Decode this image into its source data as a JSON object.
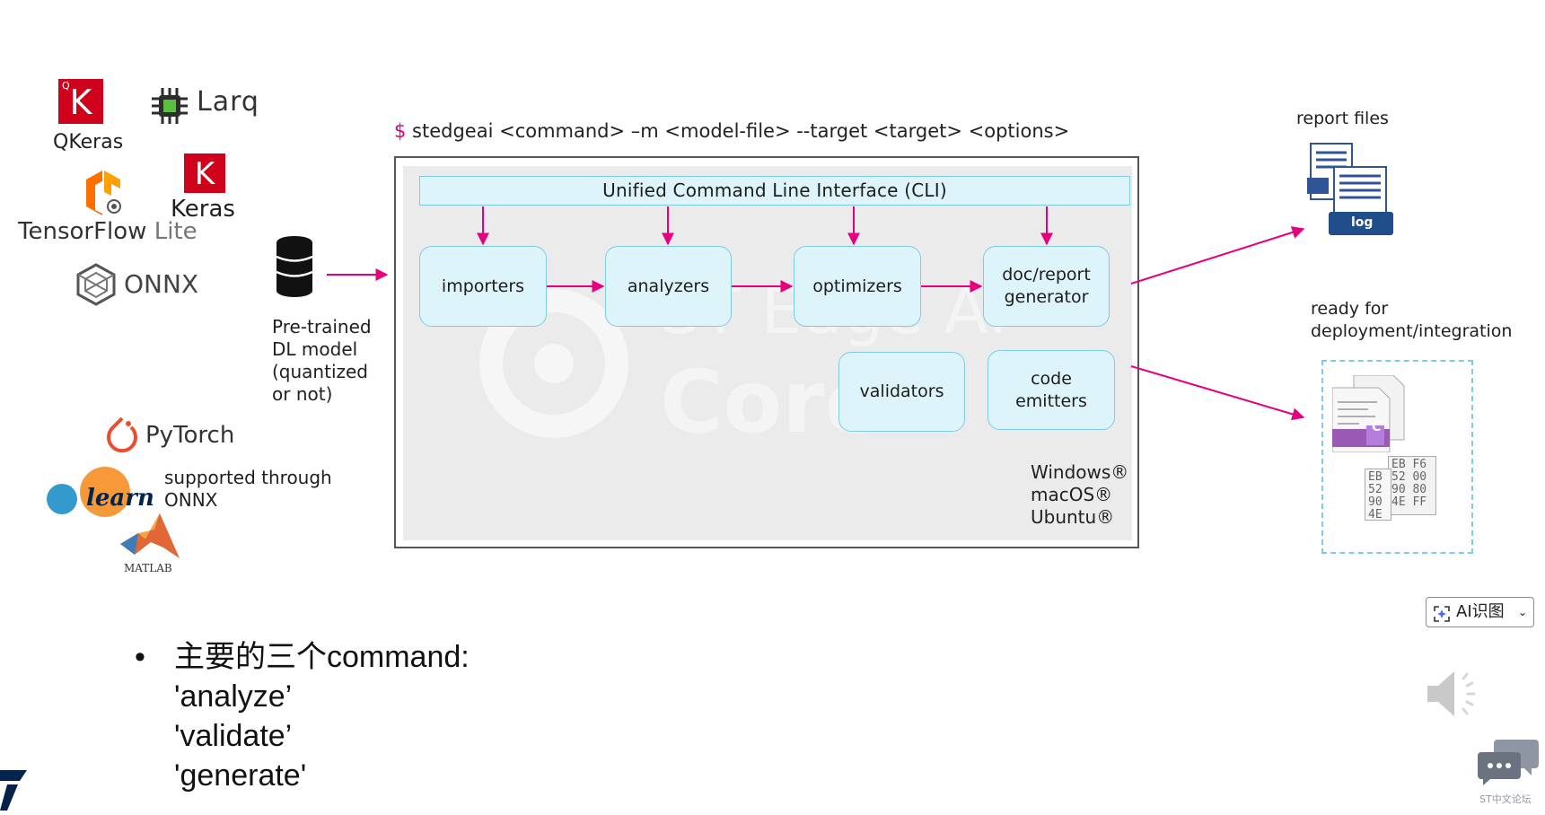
{
  "logos": {
    "qkeras": "QKeras",
    "larq": "Larq",
    "keras": "Keras",
    "tensorflow": "TensorFlow",
    "tensorflow_lite": " Lite",
    "onnx": "ONNX",
    "pytorch": "PyTorch",
    "sklearn": "learn",
    "matlab": "MATLAB",
    "k_letter": "K"
  },
  "input": {
    "label_lines": [
      "Pre-trained",
      "DL model",
      "(quantized",
      "or not)"
    ]
  },
  "supported_through": [
    "supported through",
    "ONNX"
  ],
  "command": {
    "prompt": "$",
    "text": " stedgeai <command> –m <model-file> --target <target> <options>"
  },
  "cli_label": "Unified Command Line Interface (CLI)",
  "modules": {
    "importers": "importers",
    "analyzers": "analyzers",
    "optimizers": "optimizers",
    "doc_report": [
      "doc/report",
      "generator"
    ],
    "validators": "validators",
    "code_emitters": [
      "code",
      "emitters"
    ]
  },
  "watermark": {
    "line1": "ST Edge AI",
    "line2": "Core"
  },
  "os_list": [
    "Windows®",
    "macOS®",
    "Ubuntu®"
  ],
  "outputs": {
    "report_files": "report files",
    "log": "log",
    "ready_lines": [
      "ready for",
      "deployment/integration"
    ],
    "c_label": "C",
    "hex_rows_a": [
      "EB F6",
      "52 00",
      "90 80",
      "4E FF"
    ],
    "hex_rows_b": [
      "EB",
      "52",
      "90",
      "4E"
    ]
  },
  "bullets": {
    "marker": "•",
    "lines": [
      "主要的三个command:",
      "'analyze’",
      "'validate’",
      "'generate'"
    ]
  },
  "widget": {
    "ai_button_label": "AI识图",
    "forum_label": "ST中文论坛"
  },
  "colors": {
    "accent_pink": "#e6007e",
    "module_fill": "#ddf4fb",
    "module_border": "#7fcbe4",
    "st_navy": "#03234b"
  }
}
